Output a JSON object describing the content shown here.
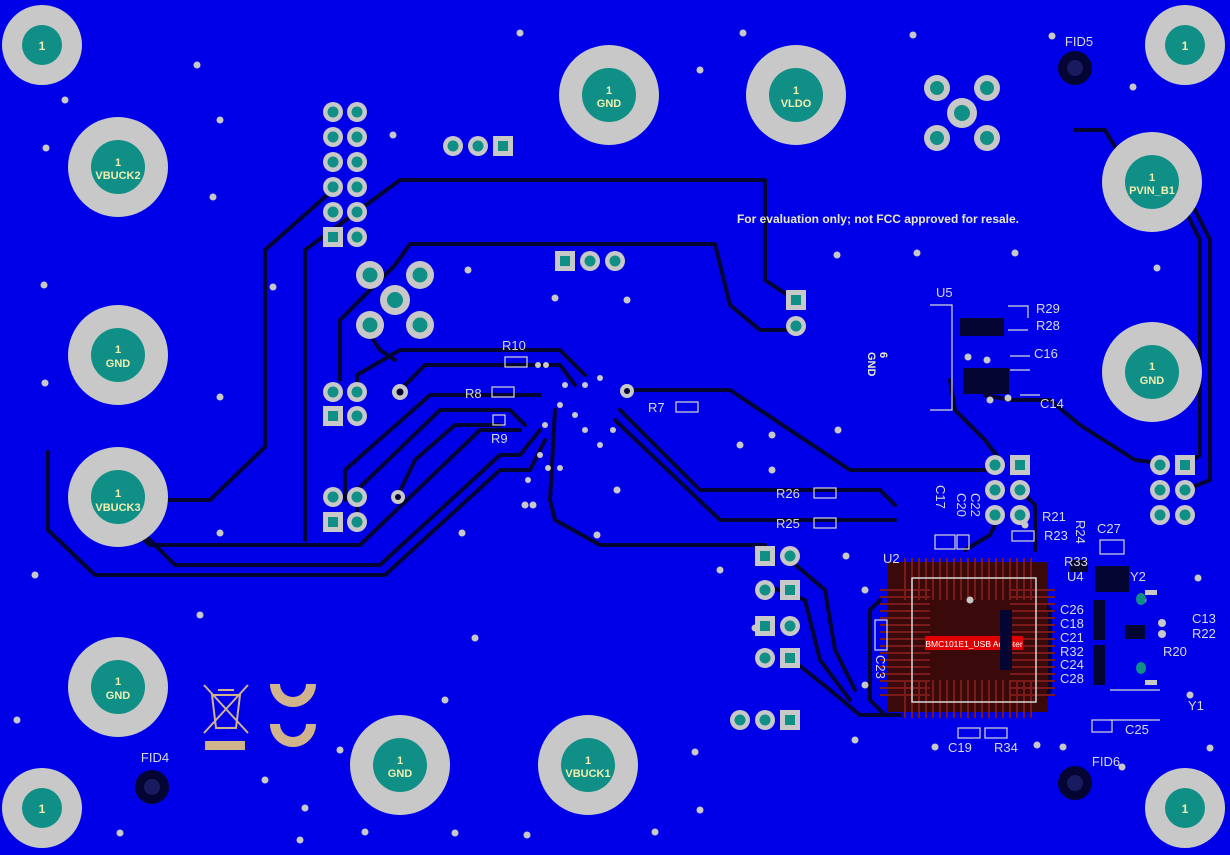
{
  "board": {
    "colors": {
      "copper": "#0000e8",
      "trace": "#050533",
      "pad_ring": "#c8c8c8",
      "pad_core": "#0f8f86",
      "silk": "#d8d8d8",
      "label": "#f2eeb0",
      "warning": "#d0c8a8",
      "chip_pad": "#5a0d0d",
      "chip_label_bg": "#e00000",
      "logo": "#d2b48c"
    },
    "disclaimer": "For evaluation only; not FCC approved for resale.",
    "chip_label": "BMC101E1_USB Adapter",
    "terminals": [
      {
        "id": "tl",
        "num": "1",
        "name": ""
      },
      {
        "id": "tr",
        "num": "1",
        "name": ""
      },
      {
        "id": "bl",
        "num": "1",
        "name": ""
      },
      {
        "id": "br",
        "num": "1",
        "name": ""
      },
      {
        "id": "gnd-top",
        "num": "1",
        "name": "GND"
      },
      {
        "id": "vldo",
        "num": "1",
        "name": "VLDO"
      },
      {
        "id": "vbuck2",
        "num": "1",
        "name": "VBUCK2"
      },
      {
        "id": "pvin",
        "num": "1",
        "name": "PVIN_B1"
      },
      {
        "id": "gnd-left",
        "num": "1",
        "name": "GND"
      },
      {
        "id": "gnd-right",
        "num": "1",
        "name": "GND"
      },
      {
        "id": "vbuck3",
        "num": "1",
        "name": "VBUCK3"
      },
      {
        "id": "gnd-bl",
        "num": "1",
        "name": "GND"
      },
      {
        "id": "gnd-bottom",
        "num": "1",
        "name": "GND"
      },
      {
        "id": "vbuck1",
        "num": "1",
        "name": "VBUCK1"
      }
    ],
    "refdes": {
      "fid5": "FID5",
      "fid4": "FID4",
      "fid6": "FID6",
      "u5": "U5",
      "r29": "R29",
      "r28": "R28",
      "c16": "C16",
      "c14": "C14",
      "gnd_vertical": "GND",
      "tp6": "6",
      "r10": "R10",
      "r8": "R8",
      "r9": "R9",
      "r7": "R7",
      "r26": "R26",
      "r25": "R25",
      "c17": "C17",
      "c20": "C20",
      "c22": "C22",
      "r21": "R21",
      "r23": "R23",
      "r24": "R24",
      "c27": "C27",
      "r33": "R33",
      "u4": "U4",
      "y2": "Y2",
      "u2": "U2",
      "c26": "C26",
      "c18": "C18",
      "c21": "C21",
      "r32": "R32",
      "c24": "C24",
      "c28": "C28",
      "c13": "C13",
      "r22": "R22",
      "r20": "R20",
      "y1": "Y1",
      "c25": "C25",
      "c23": "C23",
      "c19": "C19",
      "r34": "R34"
    }
  }
}
